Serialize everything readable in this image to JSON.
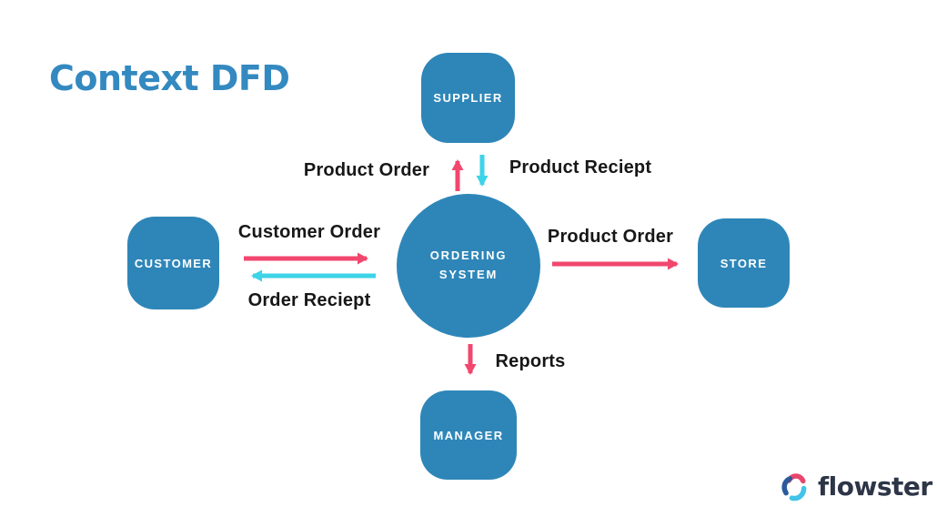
{
  "title": "Context DFD",
  "process": {
    "label_line1": "ORDERING",
    "label_line2": "SYSTEM"
  },
  "entities": [
    {
      "id": "supplier",
      "label": "SUPPLIER"
    },
    {
      "id": "customer",
      "label": "CUSTOMER"
    },
    {
      "id": "store",
      "label": "STORE"
    },
    {
      "id": "manager",
      "label": "MANAGER"
    }
  ],
  "flows": [
    {
      "label": "Product Order",
      "from": "Ordering System",
      "to": "Supplier",
      "direction": "up",
      "color": "#f1476f"
    },
    {
      "label": "Product Reciept",
      "from": "Supplier",
      "to": "Ordering System",
      "direction": "down",
      "color": "#3dd3e8"
    },
    {
      "label": "Customer Order",
      "from": "Customer",
      "to": "Ordering System",
      "direction": "right",
      "color": "#f1476f"
    },
    {
      "label": "Order Reciept",
      "from": "Ordering System",
      "to": "Customer",
      "direction": "left",
      "color": "#3dd3e8"
    },
    {
      "label": "Product Order",
      "from": "Ordering System",
      "to": "Store",
      "direction": "right",
      "color": "#f1476f"
    },
    {
      "label": "Reports",
      "from": "Ordering System",
      "to": "Manager",
      "direction": "down",
      "color": "#f1476f"
    }
  ],
  "logo": {
    "text": "flowster"
  },
  "colors": {
    "node_fill": "#2e86b8",
    "title_blue": "#3389c0",
    "arrow_pink": "#f1476f",
    "arrow_cyan": "#3dd3e8",
    "label_text": "#171717",
    "logo_navy": "#2d3547",
    "background": "#ffffff"
  }
}
